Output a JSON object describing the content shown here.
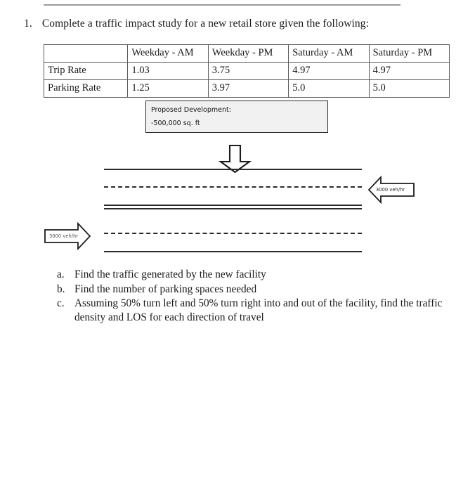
{
  "document": {
    "top_rule": "horizontal-rule",
    "question": {
      "marker": "1.",
      "text": "Complete a traffic impact study for a new retail store given the following:"
    },
    "table": {
      "columns": [
        "",
        "Weekday - AM",
        "Weekday - PM",
        "Saturday - AM",
        "Saturday - PM"
      ],
      "rows": [
        {
          "label": "Trip Rate",
          "values": [
            "1.03",
            "3.75",
            "4.97",
            "4.97"
          ]
        },
        {
          "label": "Parking Rate",
          "values": [
            "1.25",
            "3.97",
            "5.0",
            "5.0"
          ]
        }
      ]
    },
    "diagram": {
      "development_box": {
        "line1": "Proposed Development:",
        "line2": "-500,000 sq. ft",
        "fill_color": "#f1f1f1",
        "border_color": "#2b2b2b"
      },
      "access_arrow": "down-arrow-icon",
      "roadway": {
        "line_color": "#2a2a2a",
        "lines": [
          {
            "style": "solid",
            "name": "edge-line-north"
          },
          {
            "style": "dashed",
            "name": "lane-line-north"
          },
          {
            "style": "double",
            "name": "median-double-line"
          },
          {
            "style": "dashed",
            "name": "lane-line-south"
          },
          {
            "style": "solid",
            "name": "edge-line-south"
          }
        ]
      },
      "flows": [
        {
          "name": "westbound-flow",
          "direction": "left",
          "label": "3000 veh/hr"
        },
        {
          "name": "eastbound-flow",
          "direction": "right",
          "label": "3000 veh/hr"
        }
      ]
    },
    "sub_questions": [
      {
        "marker": "a.",
        "text": "Find the traffic generated by the new facility"
      },
      {
        "marker": "b.",
        "text": "Find the number of parking spaces needed"
      },
      {
        "marker": "c.",
        "text": "Assuming 50% turn left and 50% turn right into and out of the facility, find the traffic density and LOS for each direction of travel"
      }
    ]
  }
}
